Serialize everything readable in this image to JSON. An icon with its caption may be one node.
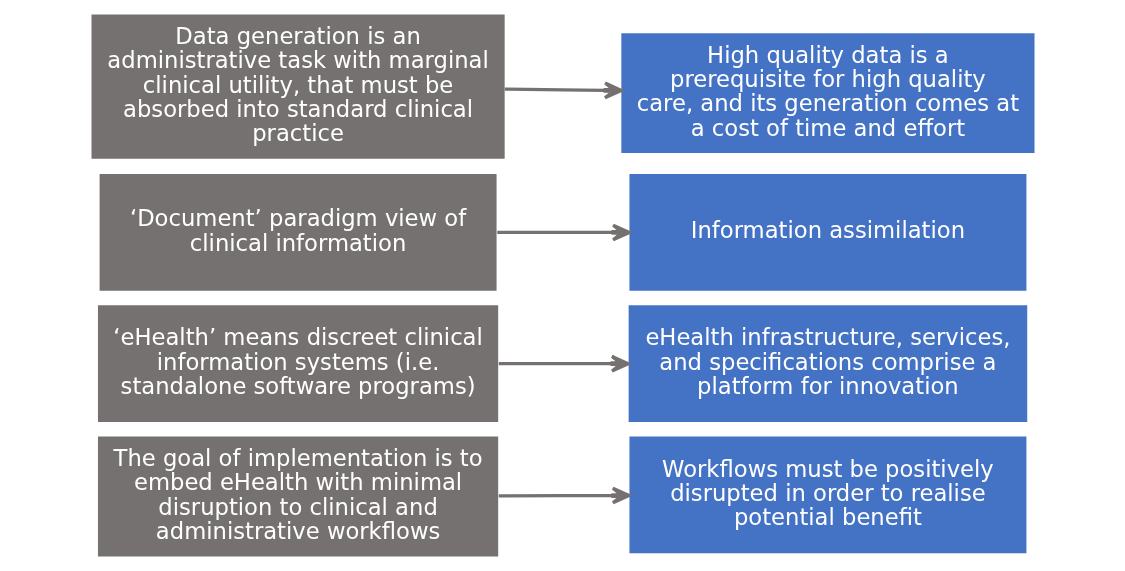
{
  "diagram": {
    "nodes": [
      {
        "text": [
          "Data generation is an administrative task with marginal clinical utility, that must be absorbed into standard clinical practice"
        ]
      },
      {
        "text": [
          "High quality data is a prerequisite for high quality care, and its generation comes at a cost of time and effort"
        ]
      },
      {
        "text": [
          "‘Document’ paradigm view of clinical information"
        ]
      },
      {
        "text": [
          "Information assimilation"
        ]
      },
      {
        "text": [
          "‘eHealth’ means discreet clinical information systems (i.e. standalone software programs)"
        ]
      },
      {
        "text": [
          "eHealth infrastructure, services, and specifications comprise a platform for innovation"
        ]
      },
      {
        "text": [
          "The goal of implementation is to embed eHealth with minimal disruption to clinical and administrative workflows"
        ]
      },
      {
        "text": [
          "Workflows must be positively disrupted in order to realise potential benefit"
        ]
      }
    ],
    "edges": [
      {
        "from": 0,
        "to": 1,
        "arrow": "to"
      },
      {
        "from": 2,
        "to": 3,
        "arrow": "to"
      },
      {
        "from": 4,
        "to": 5,
        "arrow": "to"
      },
      {
        "from": 6,
        "to": 7,
        "arrow": "to"
      }
    ]
  }
}
